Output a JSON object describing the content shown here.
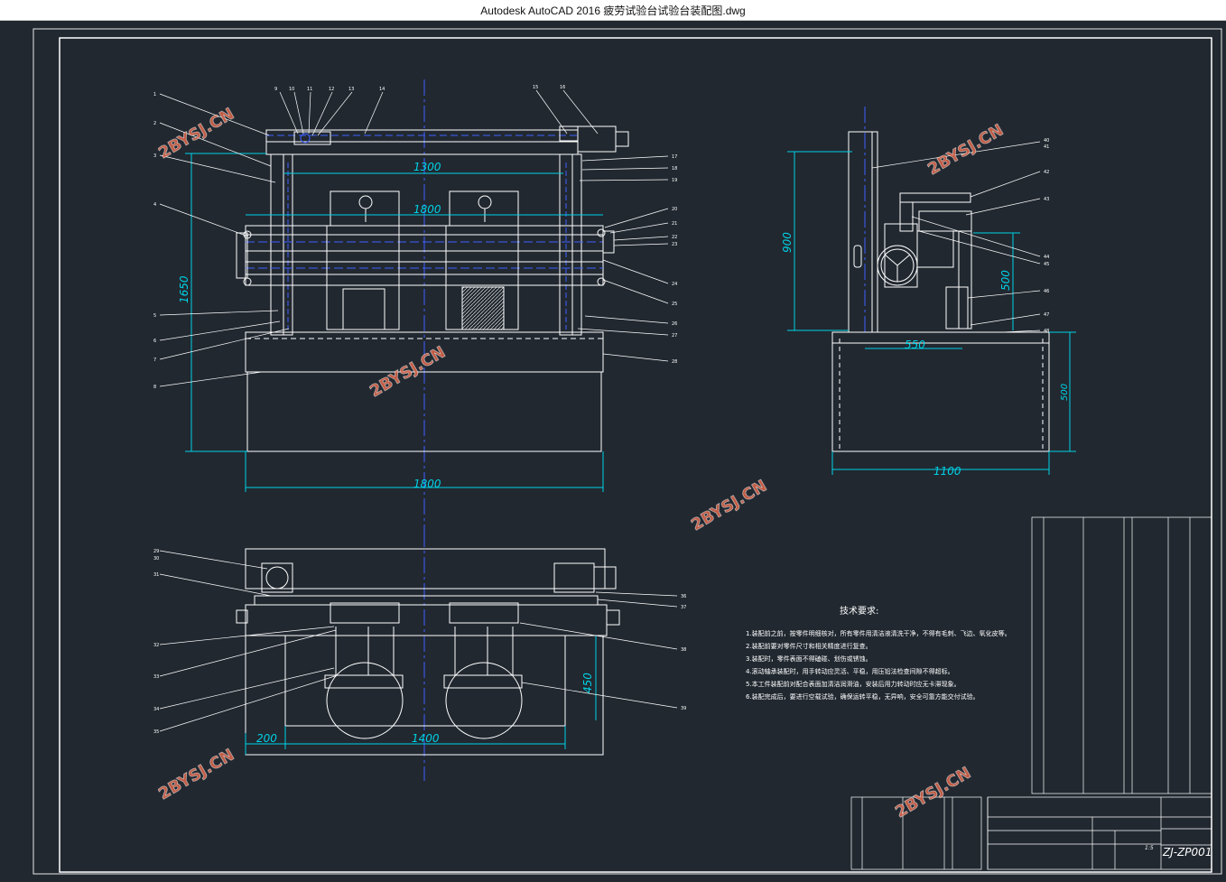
{
  "window": {
    "title": "Autodesk AutoCAD 2016     疲劳试验台试验台装配图.dwg"
  },
  "drawing": {
    "dims": {
      "top_1300": "1300",
      "top_1800": "1800",
      "left_1650": "1650",
      "bottom_1800": "1800",
      "side_900": "900",
      "side_500": "500",
      "side_550": "550",
      "side_1100": "1100",
      "side_500b": "500",
      "plan_450": "450",
      "plan_200": "200",
      "plan_1400": "1400"
    },
    "watermark": "2BYSJ.CN",
    "tech_req": {
      "heading": "技术要求:",
      "items": [
        "1.装配前之前，按零件明细核对，所有零件用清洁液清洗干净，不得有毛刺、飞边、氧化皮等。",
        "2.装配前要对零件尺寸和相关精度进行复查。",
        "3.装配时，零件表面不得磕碰、划伤或锈蚀。",
        "4.滚动轴承装配时，用手转动应灵活、平稳，用压铅法检查间隙不得超标。",
        "5.本工件装配前对配合表面加清洁润滑油，安装后用力转动时应无卡滞现象。",
        "6.装配完成后，要进行空载试验，确保运转平稳，无异响，安全可靠方能交付试验。"
      ]
    },
    "title_block": {
      "drawing_no": "ZJ-ZP001",
      "scale": "1:5"
    }
  }
}
